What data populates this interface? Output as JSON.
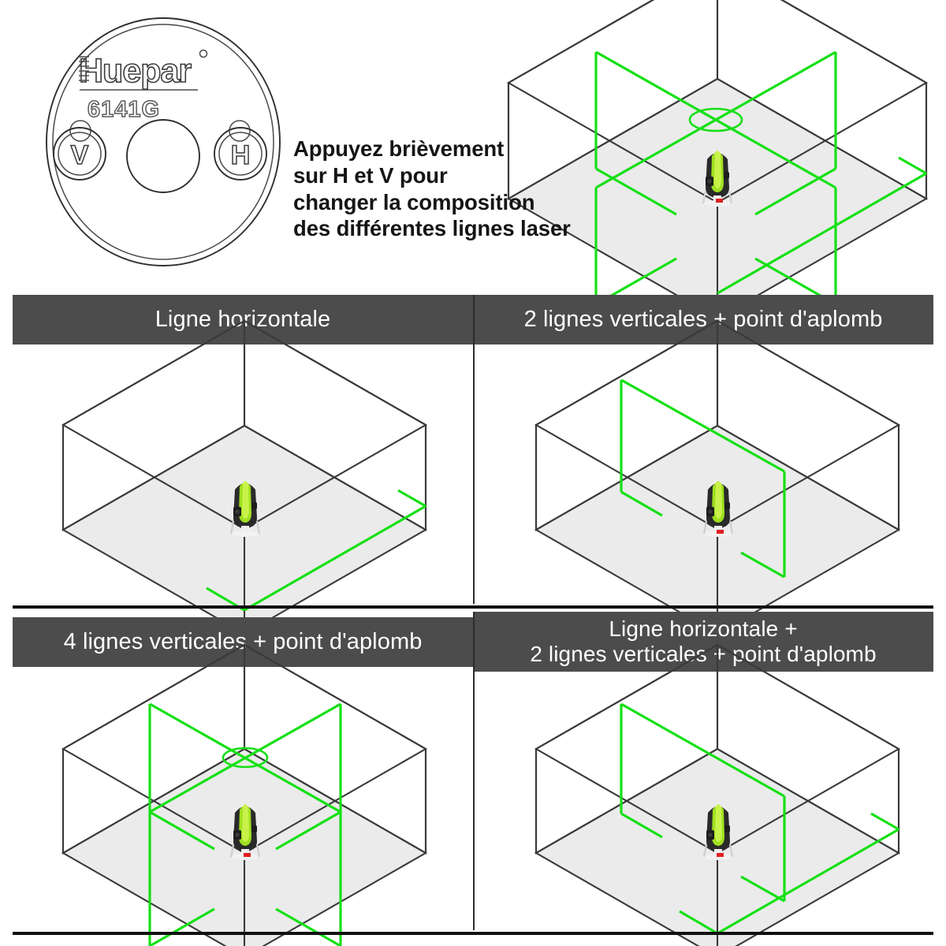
{
  "device": {
    "brand": "Huepar",
    "brand_mark": "®",
    "model": "6141G",
    "button_v": "V",
    "button_h": "H"
  },
  "instruction": {
    "text": "Appuyez brièvement\nsur H et V pour\nchanger la composition\ndes différentes lignes laser"
  },
  "colors": {
    "laser_green": "#16E016",
    "plumb_red": "#E02020",
    "header_bg": "#4C4C4C",
    "header_text": "#FFFFFF",
    "wall_stroke": "#3A3A3A",
    "floor_fill": "#EBEBEB"
  },
  "panels": [
    {
      "id": "horizontal-line",
      "label": "Ligne horizontale",
      "beams": {
        "horizontal": true,
        "verticals": 0,
        "plumb_dot": false,
        "ceiling_cross": false
      }
    },
    {
      "id": "two-vertical-lines-plumb",
      "label": "2 lignes verticales + point d'aplomb",
      "beams": {
        "horizontal": false,
        "verticals": 2,
        "plumb_dot": true,
        "ceiling_cross": false
      }
    },
    {
      "id": "four-vertical-lines-plumb",
      "label": "4 lignes verticales + point d'aplomb",
      "beams": {
        "horizontal": false,
        "verticals": 4,
        "plumb_dot": true,
        "ceiling_cross": true
      }
    },
    {
      "id": "horizontal-two-vertical-plumb",
      "label": "Ligne horizontale +\n2 lignes verticales + point d'aplomb",
      "beams": {
        "horizontal": true,
        "verticals": 2,
        "plumb_dot": true,
        "ceiling_cross": false
      }
    }
  ],
  "hero": {
    "id": "hero-all-lines",
    "beams": {
      "horizontal": true,
      "verticals": 4,
      "plumb_dot": true,
      "ceiling_cross": true
    }
  }
}
